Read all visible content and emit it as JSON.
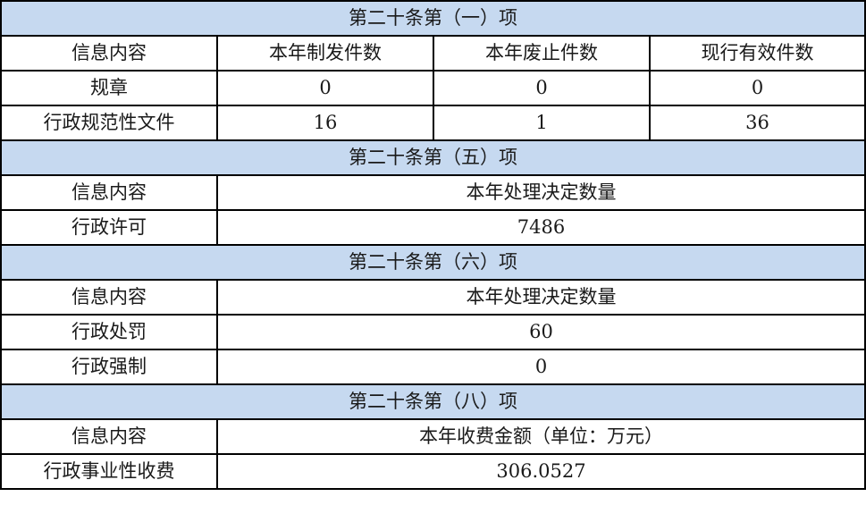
{
  "sections": [
    {
      "title": "第二十条第（一）项",
      "headers": [
        "信息内容",
        "本年制发件数",
        "本年废止件数",
        "现行有效件数"
      ],
      "rows": [
        {
          "label": "规章",
          "values": [
            "0",
            "0",
            "0"
          ]
        },
        {
          "label": "行政规范性文件",
          "values": [
            "16",
            "1",
            "36"
          ]
        }
      ]
    },
    {
      "title": "第二十条第（五）项",
      "headers": [
        "信息内容",
        "本年处理决定数量"
      ],
      "rows": [
        {
          "label": "行政许可",
          "value": "7486"
        }
      ]
    },
    {
      "title": "第二十条第（六）项",
      "headers": [
        "信息内容",
        "本年处理决定数量"
      ],
      "rows": [
        {
          "label": "行政处罚",
          "value": "60"
        },
        {
          "label": "行政强制",
          "value": "0"
        }
      ]
    },
    {
      "title": "第二十条第（八）项",
      "headers": [
        "信息内容",
        "本年收费金额（单位：万元）"
      ],
      "rows": [
        {
          "label": "行政事业性收费",
          "value": "306.0527"
        }
      ]
    }
  ],
  "colors": {
    "section_header_bg": "#c6d9f0",
    "border": "#000000",
    "text": "#1a1a1a"
  }
}
